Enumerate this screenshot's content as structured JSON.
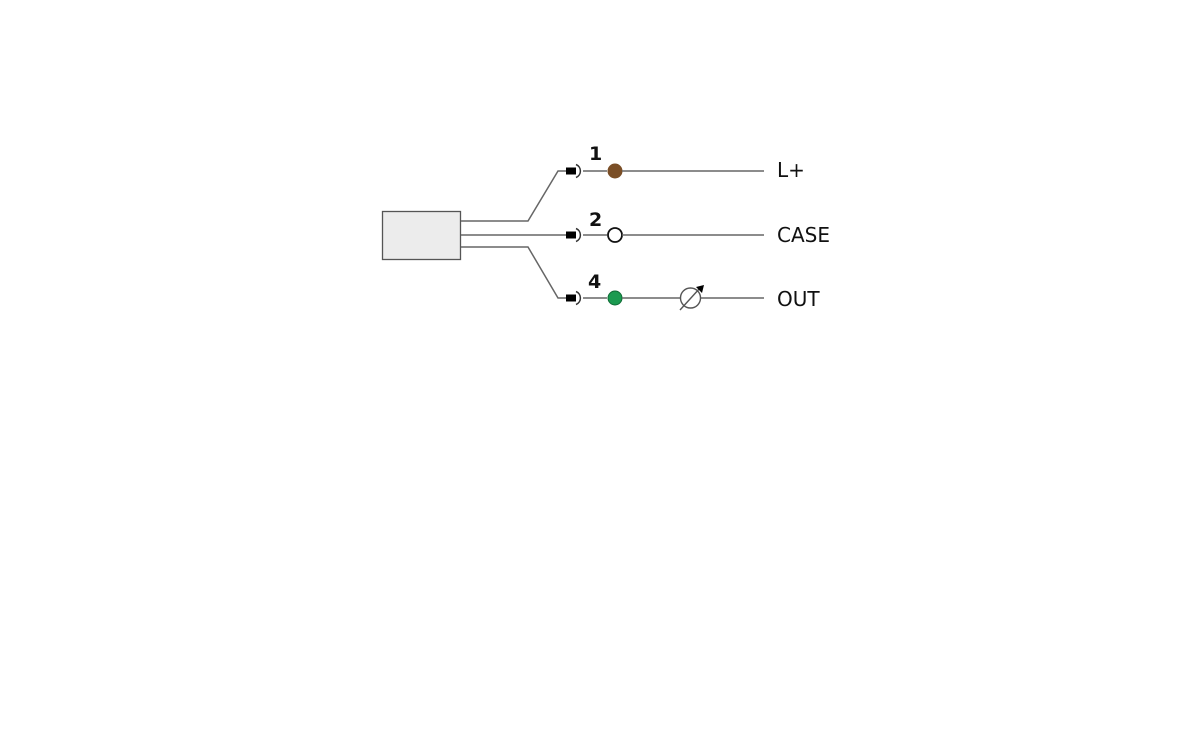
{
  "diagram": {
    "type": "wiring-diagram",
    "device": {
      "label": "",
      "fill": "#ececec",
      "stroke": "#555555"
    },
    "pins": [
      {
        "number": "1",
        "color_name": "brown",
        "color": "#7a4e26",
        "label": "L+",
        "load": false
      },
      {
        "number": "2",
        "color_name": "white",
        "color": "#ffffff",
        "label": "CASE",
        "load": false
      },
      {
        "number": "4",
        "color_name": "green",
        "color": "#1b9a50",
        "label": "OUT",
        "load": true
      }
    ],
    "icons": {
      "connector": "plug-connector-icon",
      "load": "variable-resistor-load-icon"
    }
  }
}
